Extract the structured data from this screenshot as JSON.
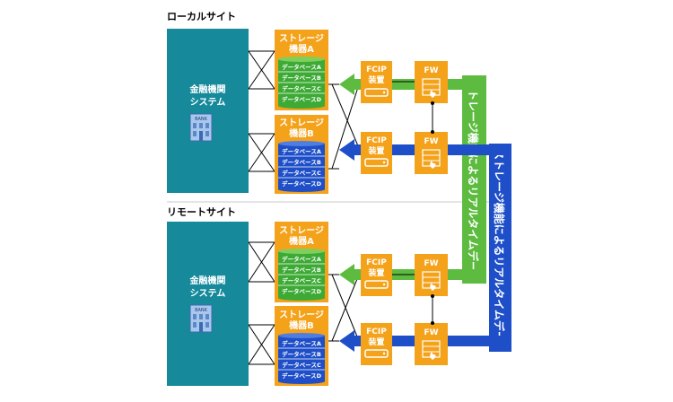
{
  "sites": [
    {
      "title": "ローカルサイト",
      "system_line1": "金融機関",
      "system_line2": "システム",
      "bank_label": "BANK",
      "storages": [
        {
          "line1": "ストレージ",
          "line2": "機器A",
          "disk_color": "#3DAA35",
          "databases": [
            "データベースA",
            "データベースB",
            "データベースC",
            "データベースD"
          ]
        },
        {
          "line1": "ストレージ",
          "line2": "機器B",
          "disk_color": "#1F4FC8",
          "databases": [
            "データベースA",
            "データベースB",
            "データベースC",
            "データベースD"
          ]
        }
      ],
      "paths": [
        {
          "fcip_line1": "FCIP",
          "fcip_line2": "装置",
          "fw": "FW",
          "color": "#5DBB3F"
        },
        {
          "fcip_line1": "FCIP",
          "fcip_line2": "装置",
          "fw": "FW",
          "color": "#1F4FC8"
        }
      ]
    },
    {
      "title": "リモートサイト",
      "system_line1": "金融機関",
      "system_line2": "システム",
      "bank_label": "BANK",
      "storages": [
        {
          "line1": "ストレージ",
          "line2": "機器A",
          "disk_color": "#3DAA35",
          "databases": [
            "データベースA",
            "データベースB",
            "データベースC",
            "データベースD"
          ]
        },
        {
          "line1": "ストレージ",
          "line2": "機器B",
          "disk_color": "#1F4FC8",
          "databases": [
            "データベースA",
            "データベースB",
            "データベースC",
            "データベースD"
          ]
        }
      ],
      "paths": [
        {
          "fcip_line1": "FCIP",
          "fcip_line2": "装置",
          "fw": "FW",
          "color": "#5DBB3F"
        },
        {
          "fcip_line1": "FCIP",
          "fcip_line2": "装置",
          "fw": "FW",
          "color": "#1F4FC8"
        }
      ]
    }
  ],
  "sync_labels": {
    "green": "ストレージ機能によるリアルタイムデータ同期",
    "blue": "ストレージ機能によるリアルタイムデータ同期"
  },
  "colors": {
    "system_teal": "#168A9B",
    "orange": "#F5A21B",
    "green": "#5DBB3F",
    "blue": "#1F4FC8",
    "divider": "#C8C8C8"
  },
  "icons": [
    "bank-building-icon",
    "storage-disk-icon",
    "fcip-device-icon",
    "firewall-icon"
  ]
}
